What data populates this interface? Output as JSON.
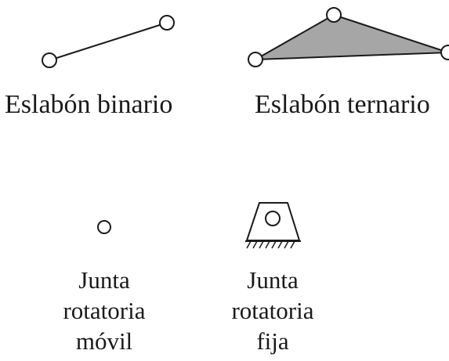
{
  "colors": {
    "stroke": "#1a1a1a",
    "triangle_fill": "#a6a6a6",
    "background": "#ffffff"
  },
  "symbols": [
    {
      "name": "binary-link-symbol",
      "icon": "line-with-two-pin-circles"
    },
    {
      "name": "ternary-link-symbol",
      "icon": "shaded-triangle-with-three-pin-circles"
    },
    {
      "name": "moving-revolute-joint-symbol",
      "icon": "small-circle"
    },
    {
      "name": "fixed-revolute-joint-symbol",
      "icon": "trapezoid-pivot-with-hatched-ground"
    }
  ],
  "labels": {
    "binary_link": "Eslabón binario",
    "ternary_link": "Eslabón ternario",
    "moving_joint": {
      "line1": "Junta",
      "line2": "rotatoria",
      "line3": "móvil"
    },
    "fixed_joint": {
      "line1": "Junta",
      "line2": "rotatoria",
      "line3": "fija"
    }
  }
}
